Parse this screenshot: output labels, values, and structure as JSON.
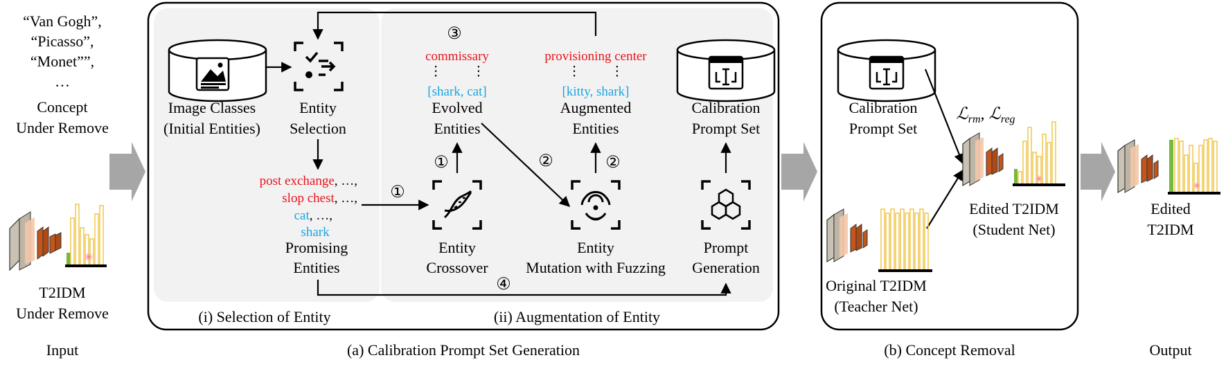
{
  "input": {
    "concepts": [
      "“Van Gogh”,",
      "“Picasso”,",
      "“Monet””,",
      "…"
    ],
    "concept_label": [
      "Concept",
      "Under Remove"
    ],
    "model_label": [
      "T2IDM",
      "Under Remove"
    ],
    "caption": "Input"
  },
  "calibration": {
    "caption": "(a) Calibration Prompt Set Generation",
    "selection_caption": "(i) Selection of Entity",
    "augmentation_caption": "(ii) Augmentation of Entity",
    "image_classes": [
      "Image Classes",
      "(Initial Entities)"
    ],
    "entity_selection": [
      "Entity",
      "Selection"
    ],
    "promising_items": [
      [
        {
          "t": "post exchange",
          "c": "red"
        },
        {
          "t": ", …,",
          "c": "black"
        }
      ],
      [
        {
          "t": "slop chest",
          "c": "red"
        },
        {
          "t": ", …,",
          "c": "black"
        }
      ],
      [
        {
          "t": "cat",
          "c": "blue"
        },
        {
          "t": ", …,",
          "c": "black"
        }
      ],
      [
        {
          "t": "shark",
          "c": "blue"
        }
      ]
    ],
    "promising_entities": [
      "Promising",
      "Entities"
    ],
    "entity_crossover": [
      "Entity",
      "Crossover"
    ],
    "evolved_top": "commissary",
    "evolved_dots": "⋮         ⋮",
    "evolved_bottom": "[shark, cat]",
    "evolved_entities": [
      "Evolved",
      "Entities"
    ],
    "augmented_top": "provisioning center",
    "augmented_dots": "⋮         ⋮",
    "augmented_bottom": "[kitty, shark]",
    "augmented_entities": [
      "Augmented",
      "Entities"
    ],
    "entity_mutation": [
      "Entity",
      "Mutation with Fuzzing"
    ],
    "prompt_set": [
      "Calibration",
      "Prompt Set"
    ],
    "prompt_generation": [
      "Prompt",
      "Generation"
    ],
    "steps": {
      "s1": "①",
      "s2": "②",
      "s3": "③",
      "s4": "④"
    }
  },
  "removal": {
    "caption": "(b) Concept Removal",
    "prompt_set": [
      "Calibration",
      "Prompt Set"
    ],
    "loss_label": "𝓛_rm, 𝓛_reg",
    "loss_main_1": "ℒ",
    "loss_sub_1": "rm",
    "loss_sep": ", ",
    "loss_main_2": "ℒ",
    "loss_sub_2": "reg",
    "student": [
      "Edited T2IDM",
      "(Student Net)"
    ],
    "teacher": [
      "Original T2IDM",
      "(Teacher Net)"
    ]
  },
  "output": {
    "model": [
      "Edited",
      "T2IDM"
    ],
    "caption": "Output"
  },
  "colors": {
    "red": "#e8141b",
    "blue": "#1aa4e0",
    "panel_bg": "#f2f2f2",
    "bar_yellow": "#f0c64a",
    "bar_green": "#78b83c",
    "layer_gray": "#c9c2b4",
    "layer_peach": "#f3c7a8",
    "layer_brown": "#c2561c"
  }
}
